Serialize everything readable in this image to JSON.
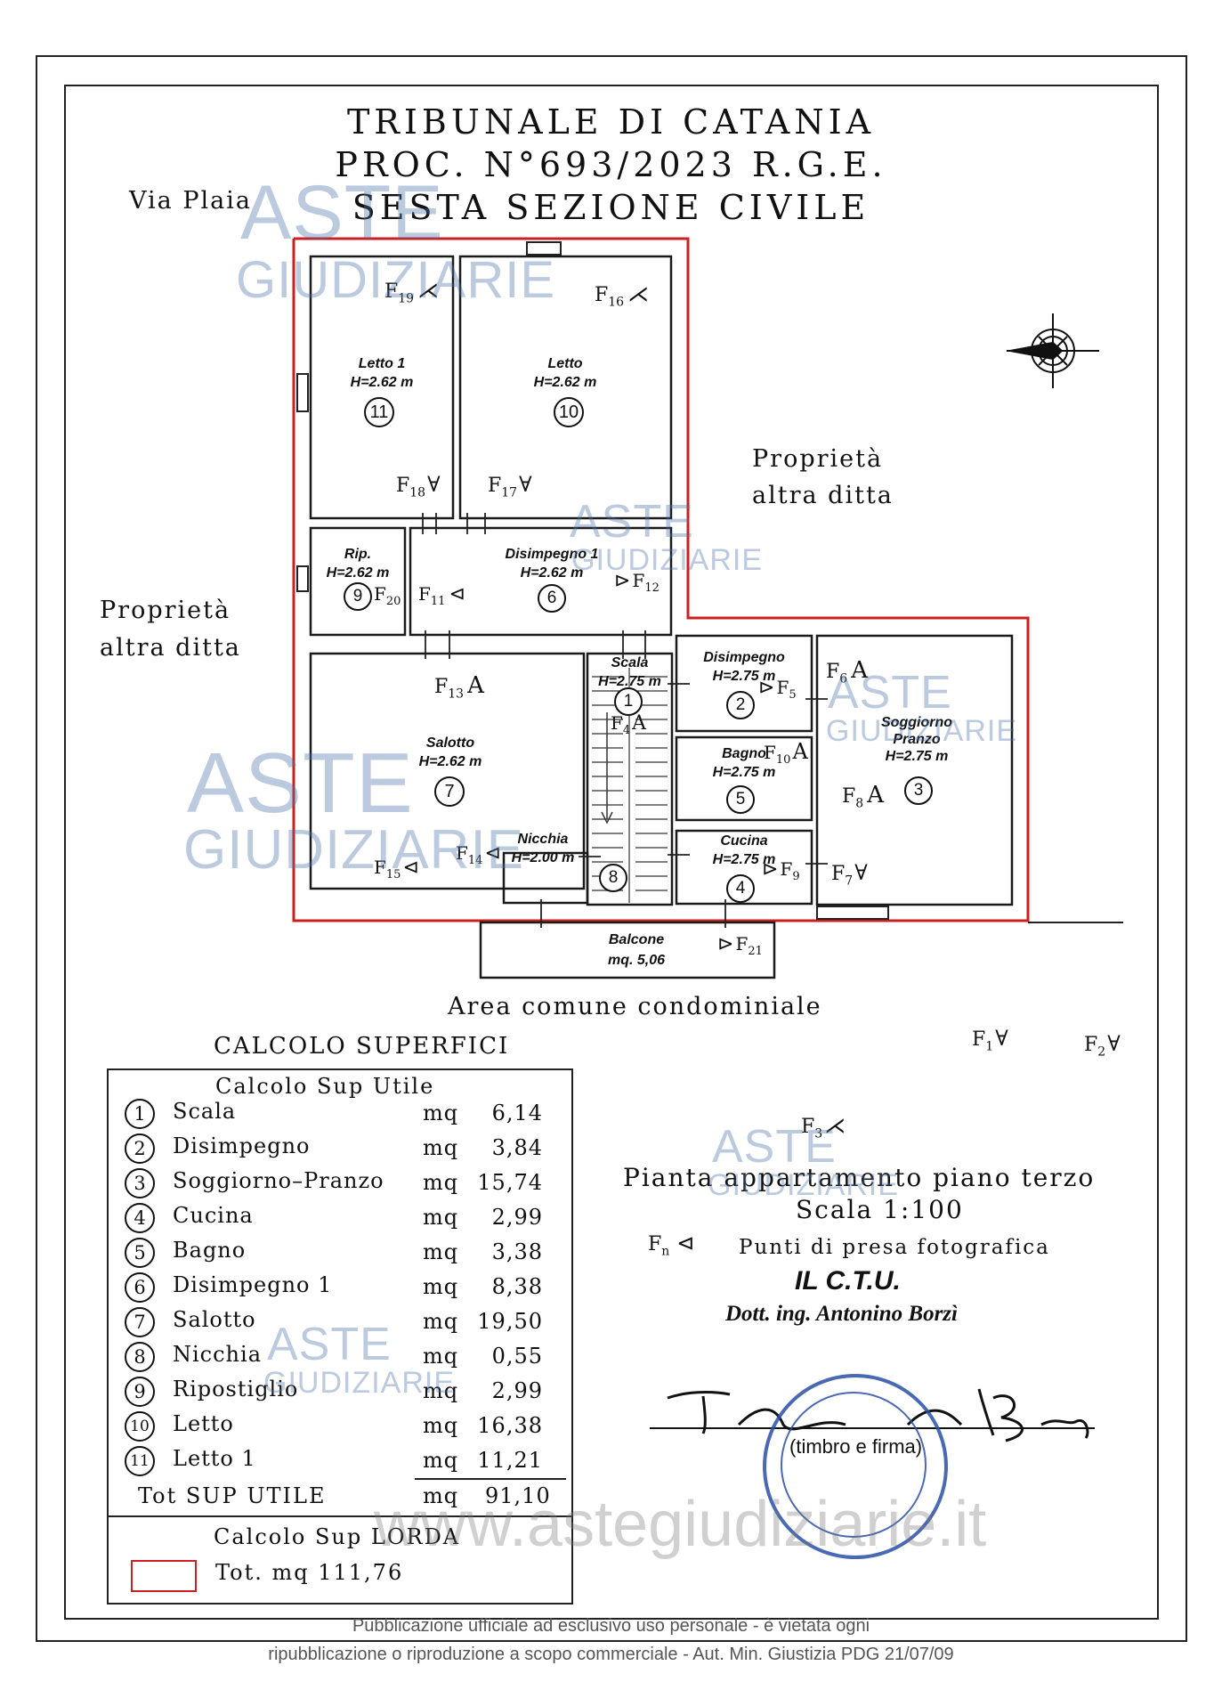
{
  "header": {
    "line1": "TRIBUNALE DI CATANIA",
    "line2": "PROC. N°693/2023 R.G.E.",
    "line3": "SESTA SEZIONE CIVILE"
  },
  "labels": {
    "via": "Via Plaia",
    "prop_right_1": "Proprietà",
    "prop_right_2": "altra ditta",
    "prop_left_1": "Proprietà",
    "prop_left_2": "altra ditta",
    "area_comune": "Area comune condominiale"
  },
  "rooms": {
    "letto1": {
      "name": "Letto 1",
      "h": "H=2.62 m",
      "n": "11"
    },
    "letto": {
      "name": "Letto",
      "h": "H=2.62 m",
      "n": "10"
    },
    "rip": {
      "name": "Rip.",
      "h": "H=2.62 m",
      "n": "9"
    },
    "disimpegno1": {
      "name": "Disimpegno 1",
      "h": "H=2.62 m",
      "n": "6"
    },
    "scala": {
      "name": "Scala",
      "h": "H=2.75 m",
      "n": "1"
    },
    "disimpegno": {
      "name": "Disimpegno",
      "h": "H=2.75 m",
      "n": "2"
    },
    "soggiorno": {
      "name1": "Soggiorno",
      "name2": "Pranzo",
      "h": "H=2.75 m",
      "n": "3"
    },
    "salotto": {
      "name": "Salotto",
      "h": "H=2.62 m",
      "n": "7"
    },
    "bagno": {
      "name": "Bagno",
      "h": "H=2.75 m",
      "n": "5"
    },
    "nicchia": {
      "name": "Nicchia",
      "h": "H=2.00 m",
      "n": "8"
    },
    "cucina": {
      "name": "Cucina",
      "h": "H=2.75 m",
      "n": "4"
    },
    "balcone": {
      "name": "Balcone",
      "mq": "mq. 5,06"
    }
  },
  "photo_points": {
    "f1": "1",
    "f2": "2",
    "f3": "3",
    "f4": "4",
    "f5": "5",
    "f6": "6",
    "f7": "7",
    "f8": "8",
    "f9": "9",
    "f10": "10",
    "f11": "11",
    "f12": "12",
    "f13": "13",
    "f14": "14",
    "f15": "15",
    "f16": "16",
    "f17": "17",
    "f18": "18",
    "f19": "19",
    "f20": "20",
    "f21": "21",
    "prefix": "F",
    "fn_sub": "n"
  },
  "calc": {
    "title": "CALCOLO SUPERFICI",
    "utile_title": "Calcolo Sup Utile",
    "rows": [
      {
        "n": "1",
        "name": "Scala",
        "unit": "mq",
        "val": "6,14"
      },
      {
        "n": "2",
        "name": "Disimpegno",
        "unit": "mq",
        "val": "3,84"
      },
      {
        "n": "3",
        "name": "Soggiorno–Pranzo",
        "unit": "mq",
        "val": "15,74"
      },
      {
        "n": "4",
        "name": "Cucina",
        "unit": "mq",
        "val": "2,99"
      },
      {
        "n": "5",
        "name": "Bagno",
        "unit": "mq",
        "val": "3,38"
      },
      {
        "n": "6",
        "name": "Disimpegno 1",
        "unit": "mq",
        "val": "8,38"
      },
      {
        "n": "7",
        "name": "Salotto",
        "unit": "mq",
        "val": "19,50"
      },
      {
        "n": "8",
        "name": "Nicchia",
        "unit": "mq",
        "val": "0,55"
      },
      {
        "n": "9",
        "name": "Ripostiglio",
        "unit": "mq",
        "val": "2,99"
      },
      {
        "n": "10",
        "name": "Letto",
        "unit": "mq",
        "val": "16,38"
      },
      {
        "n": "11",
        "name": "Letto 1",
        "unit": "mq",
        "val": "11,21"
      }
    ],
    "tot_label": "Tot SUP UTILE",
    "tot_unit": "mq",
    "tot_val": "91,10",
    "lorda_title": "Calcolo Sup LORDA",
    "lorda_text": "Tot. mq 111,76"
  },
  "legend": {
    "pianta": "Pianta appartamento piano terzo",
    "scala": "Scala 1:100",
    "punti": "Punti di presa fotografica",
    "ctu": "IL C.T.U.",
    "ctu_name": "Dott. ing. Antonino Borzì",
    "timbro": "(timbro e firma)"
  },
  "watermark": {
    "aste": "ASTE",
    "giudiziarie": "GIUDIZIARIE",
    "url": "www.astegiudiziarie.it"
  },
  "footer": {
    "line1": "Pubblicazione ufficiale ad esclusivo uso personale - è vietata ogni",
    "line2": "ripubblicazione o riproduzione a scopo commerciale - Aut. Min. Giustizia PDG 21/07/09"
  },
  "colors": {
    "perimeter": "#cc1f1f",
    "ink": "#111111",
    "watermark": "#5073aa",
    "stamp": "#2a4fa8"
  }
}
